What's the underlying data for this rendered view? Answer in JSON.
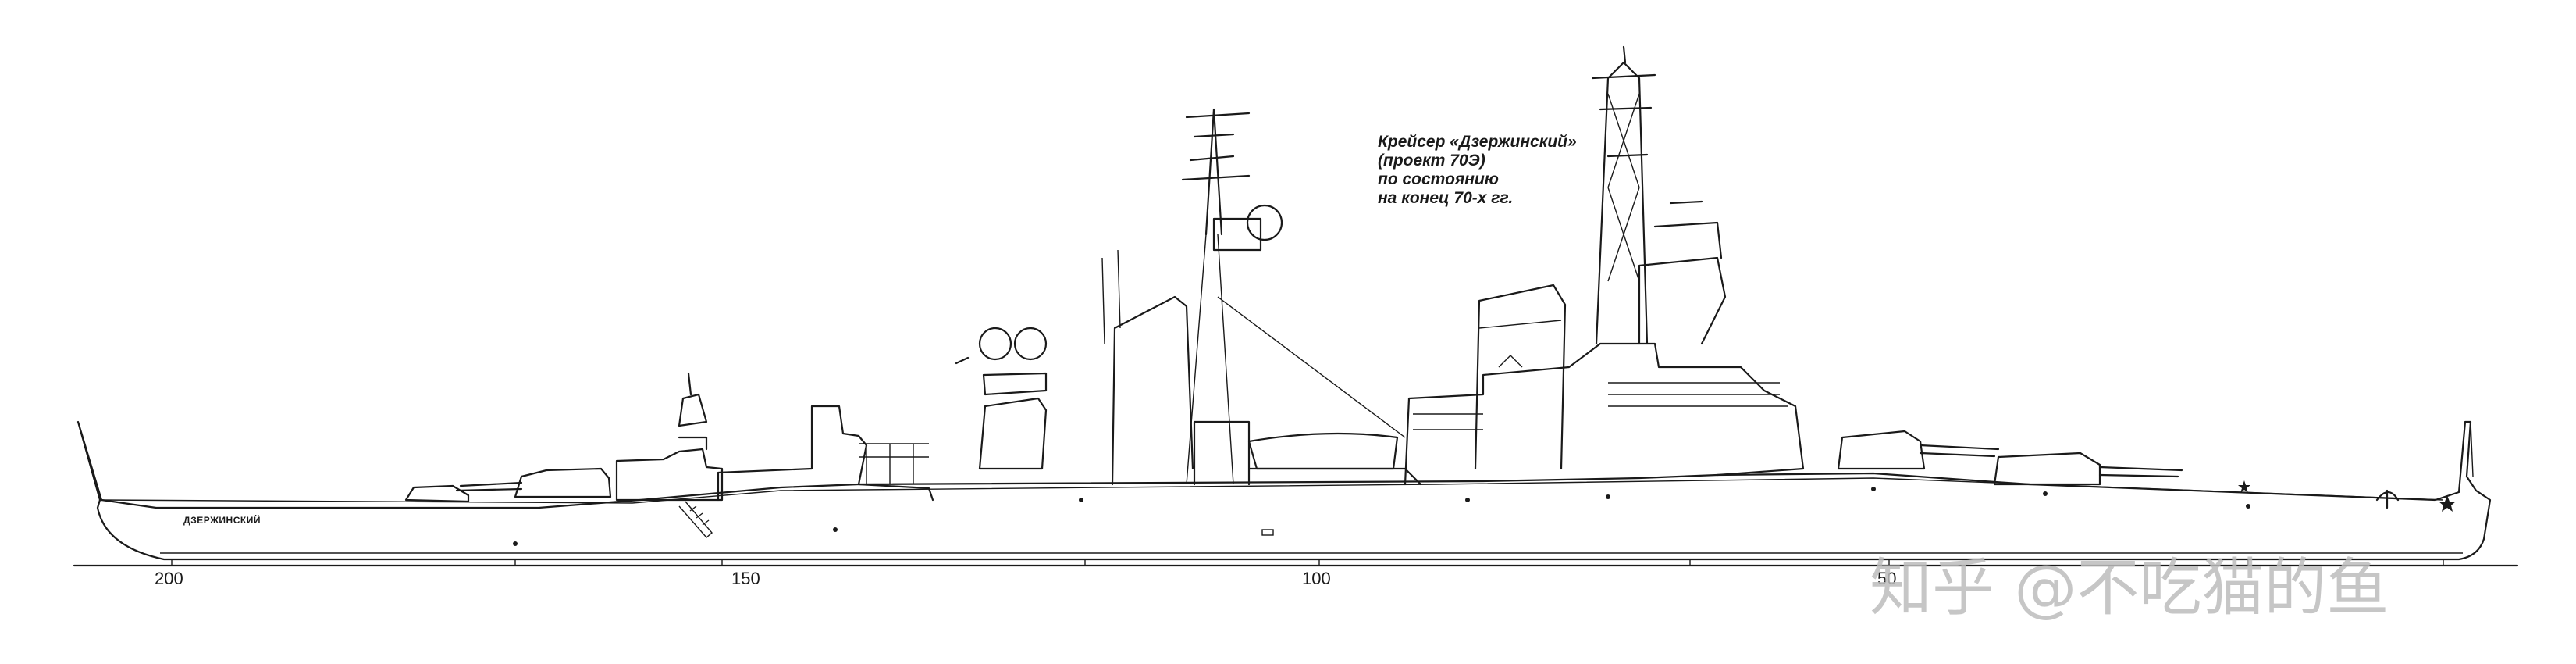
{
  "caption": {
    "line1": "Крейсер «Дзержинский»",
    "line2": "(проект 70Э)",
    "line3": "по состоянию",
    "line4": "на конец 70-х гг."
  },
  "hull_name": "ДЗЕРЖИНСКИЙ",
  "scale": {
    "labels": [
      "200",
      "150",
      "100",
      "50"
    ]
  },
  "watermark": "知乎 @不吃猫的鱼",
  "colors": {
    "ink": "#1a1a1a",
    "background": "#ffffff",
    "watermark": "#bdbdbd"
  }
}
